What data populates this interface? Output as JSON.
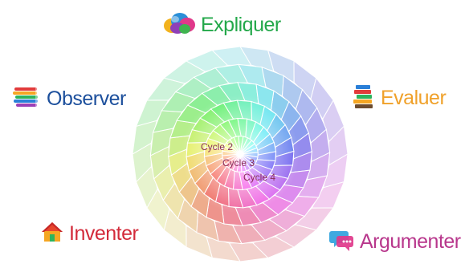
{
  "diagram": {
    "labels": {
      "expliquer": {
        "text": "Expliquer",
        "color": "#23a84a"
      },
      "observer": {
        "text": "Observer",
        "color": "#1c4f9c"
      },
      "evaluer": {
        "text": "Evaluer",
        "color": "#f0a12a"
      },
      "inventer": {
        "text": "Inventer",
        "color": "#d32a3a"
      },
      "argumenter": {
        "text": "Argumenter",
        "color": "#b8378c"
      }
    },
    "cycles": [
      "Cycle 2",
      "Cycle 3",
      "Cycle 4"
    ],
    "icons": {
      "expliquer": "colorful-clouds-icon",
      "observer": "stacked-books-icon",
      "evaluer": "stacked-books-icon",
      "inventer": "house-icon",
      "argumenter": "speech-bubbles-icon"
    }
  }
}
